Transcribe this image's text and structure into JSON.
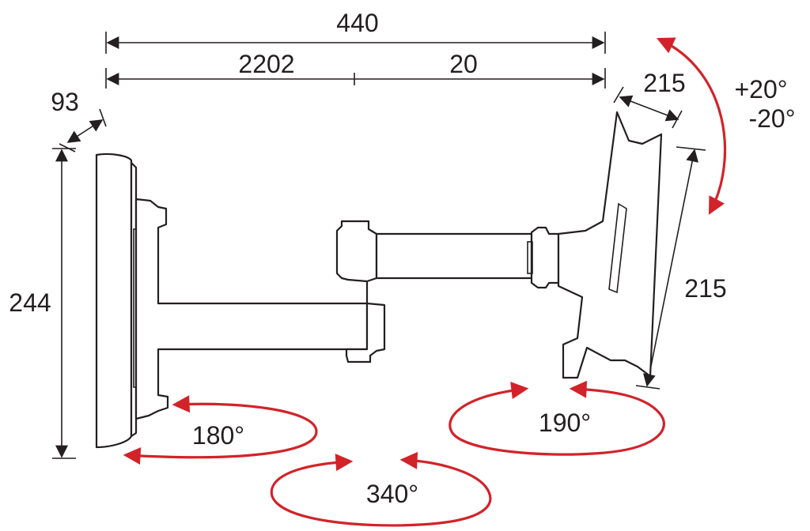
{
  "dimensions": {
    "overall_width": "440",
    "width_segment_left": "2202",
    "width_segment_right": "20",
    "depth": "93",
    "wall_plate_height": "244",
    "tv_plate_width": "215",
    "tv_plate_height": "215",
    "tilt_up": "+20°",
    "tilt_down": "-20°"
  },
  "rotations": {
    "wall_joint": "180°",
    "middle_joint": "340°",
    "head_joint": "190°"
  },
  "colors": {
    "line": "#231f20",
    "arrow": "#d2232a",
    "background": "#ffffff"
  }
}
